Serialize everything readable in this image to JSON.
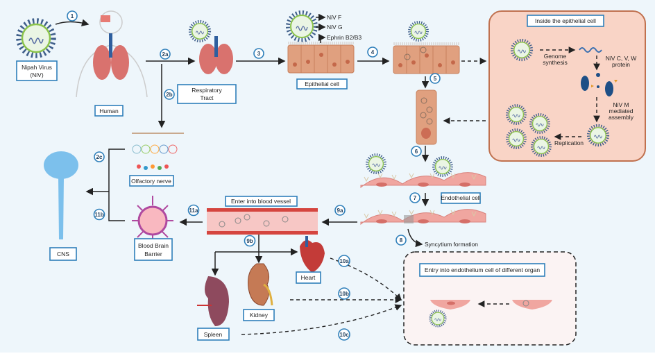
{
  "labels": {
    "virus": [
      "Nipah Virus",
      "(NiV)"
    ],
    "human": "Human",
    "respiratory": [
      "Respiratory",
      "Tract"
    ],
    "epithelial_cell": "Epithelial cell",
    "niv_f": "NiV F",
    "niv_g": "NiV G",
    "ephrin": "Ephrin B2/B3",
    "inside_title": "Inside the epithelial cell",
    "genome_synthesis": [
      "Genome",
      "synthesis"
    ],
    "niv_cvw": [
      "NiV C, V, W",
      "protein"
    ],
    "niv_m": [
      "NiV M",
      "mediated",
      "assembly"
    ],
    "replication": "Replication",
    "olfactory": "Olfactory nerve",
    "cns": "CNS",
    "bbb": [
      "Blood Brain",
      "Barrier"
    ],
    "blood_vessel": "Enter into blood vessel",
    "endothelial_cell": "Endothelial cell",
    "syncytium": "Syncytium formation",
    "heart": "Heart",
    "kidney": "Kidney",
    "spleen": "Spleen",
    "entry_title": "Entry into endothelium cell of different organ"
  },
  "steps": {
    "s1": "1",
    "s2a": "2a",
    "s2b": "2b",
    "s2c": "2c",
    "s3": "3",
    "s4": "4",
    "s5": "5",
    "s6": "6",
    "s7": "7",
    "s8": "8",
    "s9a": "9a",
    "s9b": "9b",
    "s10a": "10a",
    "s10b": "10b",
    "s10c": "10c",
    "s11a": "11a",
    "s11b": "11b"
  },
  "colors": {
    "background": "#eef6fb",
    "label_border": "#2e7fba",
    "epithelial": "#e0a07f",
    "endothelial": "#f0a6a0",
    "inside_panel": "#f9d4c6",
    "cns": "#7cc0ec"
  }
}
